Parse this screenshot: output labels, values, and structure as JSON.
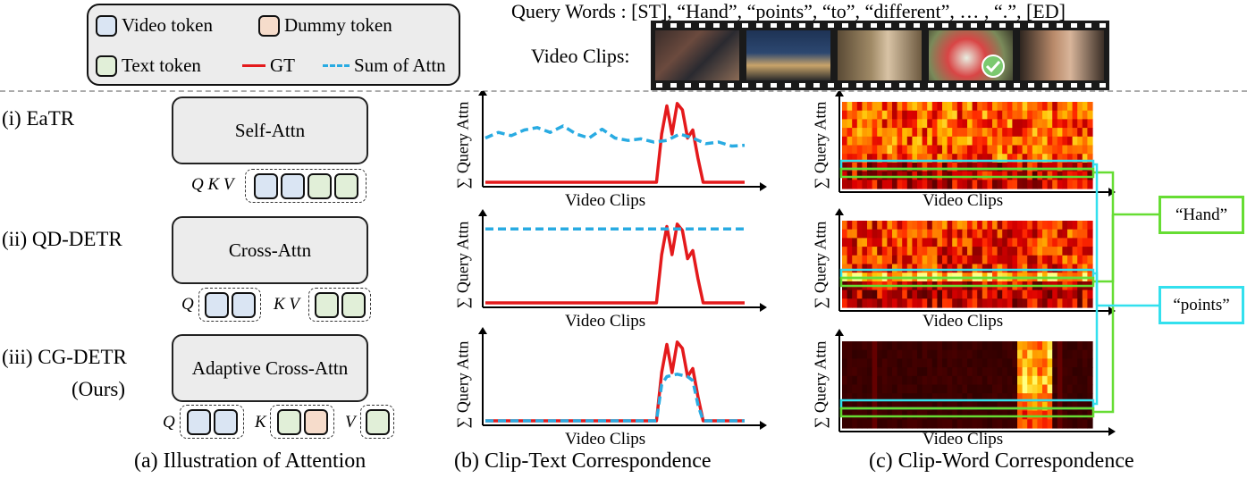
{
  "legend": {
    "video_token": "Video token",
    "dummy_token": "Dummy token",
    "text_token": "Text token",
    "gt": "GT",
    "sum_attn": "Sum of Attn"
  },
  "query": {
    "label": "Query Words :",
    "words": "[ST], “Hand”, “points”, “to”, “different”, … , “.”, [ED]",
    "clips_label": "Video Clips:"
  },
  "panel_a": {
    "rows": [
      {
        "label": "(i)    EaTR",
        "box": "Self-Attn",
        "tokens": "Q K V"
      },
      {
        "label": "(ii) QD-DETR",
        "box": "Cross-Attn",
        "q": "Q",
        "kv": "K V"
      },
      {
        "label": "(iii) CG-DETR",
        "label2": "(Ours)",
        "box": "Adaptive Cross-Attn",
        "q": "Q",
        "k": "K",
        "v": "V"
      }
    ],
    "caption": "(a) Illustration of Attention"
  },
  "panel_b": {
    "ylabel": "∑ Query Attn",
    "xlabel": "Video Clips",
    "caption": "(b) Clip-Text Correspondence"
  },
  "panel_c": {
    "ylabel": "∑ Query Attn",
    "xlabel": "Video Clips",
    "caption": "(c) Clip-Word Correspondence",
    "tag_hand": "“Hand”",
    "tag_points": "“points”"
  },
  "colors": {
    "gt": "#e41a1c",
    "attn": "#29abe2",
    "video": "#dae5f3",
    "dummy": "#f6dccb",
    "text": "#e1efd8",
    "hand_box": "#66dd33",
    "points_box": "#33e0ee"
  },
  "chart_data": [
    {
      "type": "line",
      "panel": "EaTR",
      "xlabel": "Video Clips",
      "ylabel": "∑ Query Attn",
      "series": [
        {
          "name": "GT",
          "x": [
            0,
            0.66,
            0.68,
            0.7,
            0.72,
            0.74,
            0.76,
            0.78,
            0.8,
            0.82,
            0.84,
            1.0
          ],
          "values": [
            0,
            0,
            0.6,
            0.95,
            0.6,
            0.98,
            0.9,
            0.55,
            0.65,
            0.3,
            0,
            0
          ]
        },
        {
          "name": "Sum of Attn",
          "x": [
            0,
            0.05,
            0.1,
            0.15,
            0.2,
            0.25,
            0.3,
            0.35,
            0.4,
            0.45,
            0.5,
            0.55,
            0.6,
            0.65,
            0.7,
            0.75,
            0.8,
            0.85,
            0.9,
            0.95,
            1.0
          ],
          "values": [
            0.55,
            0.62,
            0.58,
            0.65,
            0.68,
            0.62,
            0.7,
            0.6,
            0.55,
            0.66,
            0.55,
            0.52,
            0.54,
            0.5,
            0.52,
            0.6,
            0.55,
            0.48,
            0.5,
            0.45,
            0.46
          ]
        }
      ]
    },
    {
      "type": "line",
      "panel": "QD-DETR",
      "xlabel": "Video Clips",
      "ylabel": "∑ Query Attn",
      "series": [
        {
          "name": "GT",
          "x": [
            0,
            0.66,
            0.68,
            0.7,
            0.72,
            0.74,
            0.76,
            0.78,
            0.8,
            0.82,
            0.84,
            1.0
          ],
          "values": [
            0,
            0,
            0.6,
            0.95,
            0.6,
            0.98,
            0.9,
            0.55,
            0.65,
            0.3,
            0,
            0
          ]
        },
        {
          "name": "Sum of Attn",
          "x": [
            0,
            1.0
          ],
          "values": [
            0.92,
            0.92
          ]
        }
      ]
    },
    {
      "type": "line",
      "panel": "CG-DETR",
      "xlabel": "Video Clips",
      "ylabel": "∑ Query Attn",
      "series": [
        {
          "name": "GT",
          "x": [
            0,
            0.66,
            0.68,
            0.7,
            0.72,
            0.74,
            0.76,
            0.78,
            0.8,
            0.82,
            0.84,
            1.0
          ],
          "values": [
            0,
            0,
            0.6,
            0.95,
            0.6,
            0.98,
            0.9,
            0.55,
            0.65,
            0.3,
            0,
            0
          ]
        },
        {
          "name": "Sum of Attn",
          "x": [
            0,
            0.66,
            0.68,
            0.7,
            0.74,
            0.78,
            0.8,
            0.82,
            0.84,
            1.0
          ],
          "values": [
            0,
            0,
            0.45,
            0.55,
            0.58,
            0.55,
            0.5,
            0.2,
            0,
            0
          ]
        }
      ]
    }
  ]
}
